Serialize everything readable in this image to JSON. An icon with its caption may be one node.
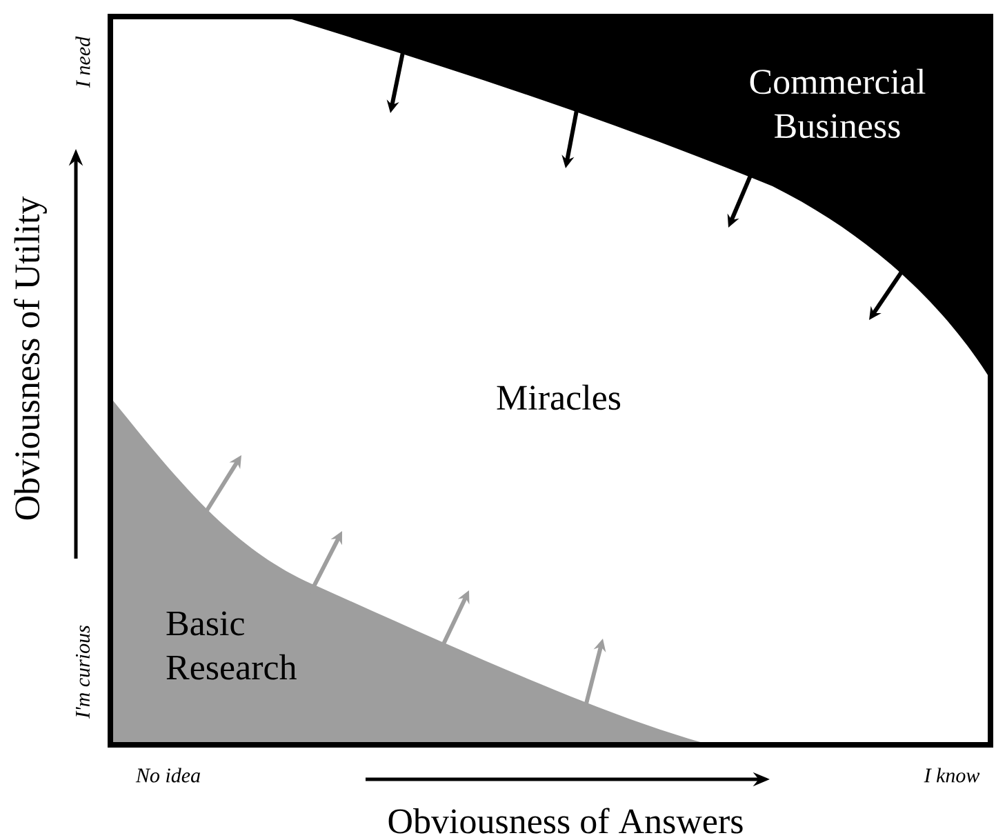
{
  "diagram": {
    "nodes": [
      {
        "text": [
          "Commercial Business"
        ]
      },
      {
        "text": [
          "Miracles"
        ]
      },
      {
        "text": [
          "Basic Research"
        ]
      }
    ],
    "labels": [
      "I need",
      "I'm curious",
      "Obviousness of Utility",
      "No idea",
      "I know",
      "Obviousness of Answers"
    ]
  }
}
